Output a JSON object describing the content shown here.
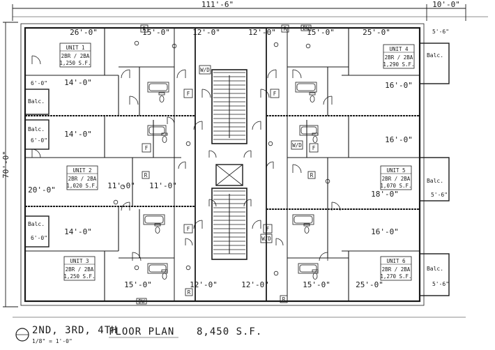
{
  "plan": {
    "overall_width": "111'-6\"",
    "balcony_width": "10'-0\"",
    "overall_depth": "70'-0\"",
    "top_dims": [
      "26'-0\"",
      "15'-0\"",
      "12'-0\"",
      "12'-0\"",
      "15'-0\"",
      "25'-0\""
    ],
    "bottom_dims": [
      "15'-0\"",
      "12'-0\"",
      "12'-0\"",
      "15'-0\"",
      "25'-0\""
    ],
    "right_balc_dims": [
      "5'-6\"",
      "5'-6\"",
      "5'-6\""
    ],
    "left_dims": [
      "14'-0\"",
      "20'-0\"",
      "14'-0\""
    ],
    "left_balc_dims": [
      "6'-0\"",
      "6'-0\"",
      "6'-0\""
    ],
    "right_dims": [
      "16'-0\"",
      "16'-0\"",
      "18'-0\"",
      "16'-0\""
    ],
    "corridor_dims": [
      "11'-0\"",
      "11'-0\""
    ],
    "balcony_label": "Balc."
  },
  "units": [
    {
      "name": "UNIT 1",
      "type": "2BR / 2BA",
      "area": "1,250 S.F."
    },
    {
      "name": "UNIT 2",
      "type": "2BR / 2BA",
      "area": "1,020 S.F."
    },
    {
      "name": "UNIT 3",
      "type": "2BR / 2BA",
      "area": "1,250 S.F."
    },
    {
      "name": "UNIT 4",
      "type": "2BR / 2BA",
      "area": "1,290 S.F."
    },
    {
      "name": "UNIT 5",
      "type": "2BR / 2BA",
      "area": "1,070 S.F."
    },
    {
      "name": "UNIT 6",
      "type": "2BR / 2BA",
      "area": "1,270 S.F."
    }
  ],
  "room_marks": {
    "fridge": "F",
    "range": "R",
    "washer_dryer": "W/D",
    "dishwasher": "DW"
  },
  "title_block": {
    "floors": "2ND, 3RD, 4TH",
    "title": "FLOOR PLAN",
    "area": "8,450 S.F.",
    "scale": "1/8\" = 1'-0\""
  },
  "colors": {
    "ink": "#1a1a1a",
    "paper": "#ffffff"
  }
}
